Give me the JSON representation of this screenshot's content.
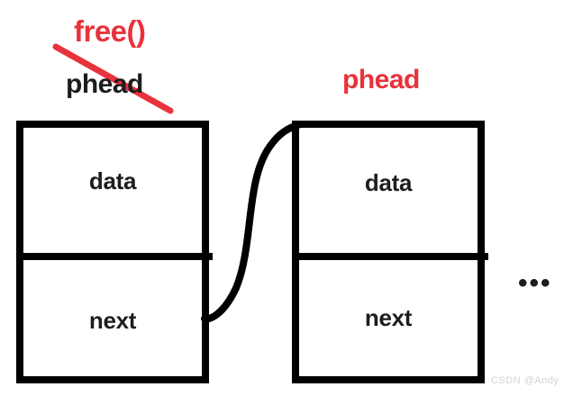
{
  "diagram": {
    "title_free": "free()",
    "colors": {
      "red": "#e8323c",
      "black": "#1d1d1d",
      "stroke": "#000000",
      "watermark": "#d3d3d3",
      "background": "#ffffff"
    },
    "annotations": {
      "free_label": "free()",
      "phead_struck": "phead",
      "phead_active": "phead",
      "ellipsis": "•••"
    },
    "nodes": [
      {
        "name": "node-1",
        "state": "freed",
        "pointer_label": "phead",
        "pointer_color": "#1d1d1d",
        "struck_through": true,
        "fields": [
          {
            "key": "data",
            "label": "data"
          },
          {
            "key": "next",
            "label": "next"
          }
        ]
      },
      {
        "name": "node-2",
        "state": "active",
        "pointer_label": "phead",
        "pointer_color": "#e8323c",
        "struck_through": false,
        "fields": [
          {
            "key": "data",
            "label": "data"
          },
          {
            "key": "next",
            "label": "next"
          }
        ]
      }
    ],
    "connector": {
      "name": "next-pointer-curve",
      "from": "node-1.next",
      "to": "node-2.head"
    }
  },
  "watermark": {
    "text": "CSDN @Andy"
  }
}
